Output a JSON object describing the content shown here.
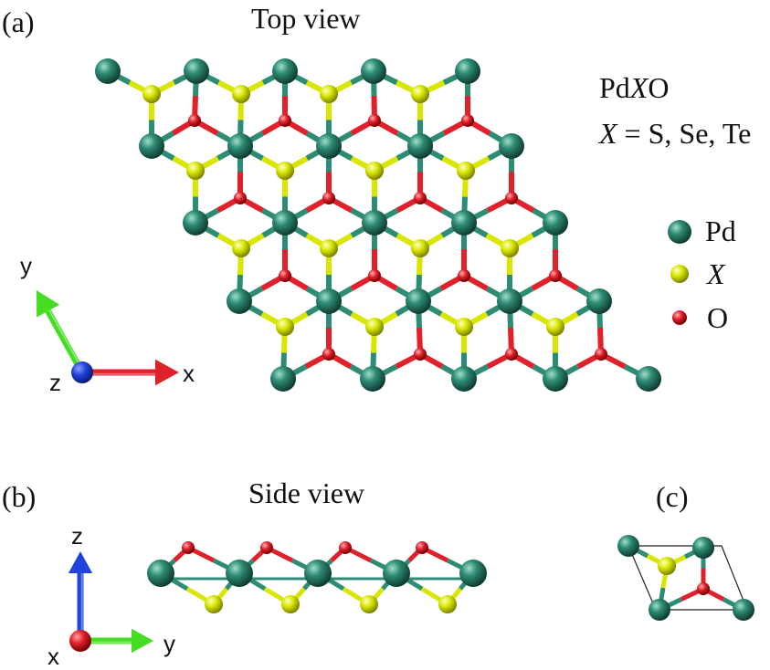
{
  "panels": {
    "a": {
      "tag": "(a)",
      "title": "Top view"
    },
    "b": {
      "tag": "(b)",
      "title": "Side view"
    },
    "c": {
      "tag": "(c)"
    }
  },
  "formula": {
    "name_prefix": "Pd",
    "name_var": "X",
    "name_suffix": "O",
    "line2_var": "X",
    "line2_rest": " = S, Se, Te"
  },
  "legend": [
    {
      "label": "Pd",
      "italic": false,
      "color": "#2e8b74"
    },
    {
      "label": "X",
      "italic": true,
      "color": "#d8e600"
    },
    {
      "label": "O",
      "italic": false,
      "color": "#e0202a"
    }
  ],
  "axes_top": {
    "x": "x",
    "y": "y",
    "z": "z"
  },
  "axes_side": {
    "x": "x",
    "y": "y",
    "z": "z"
  },
  "colors": {
    "pd": "#2e8b74",
    "x": "#d8e600",
    "o": "#e0202a",
    "axis_x": "#e0202a",
    "axis_y": "#44dd22",
    "axis_z": "#2244dd"
  }
}
